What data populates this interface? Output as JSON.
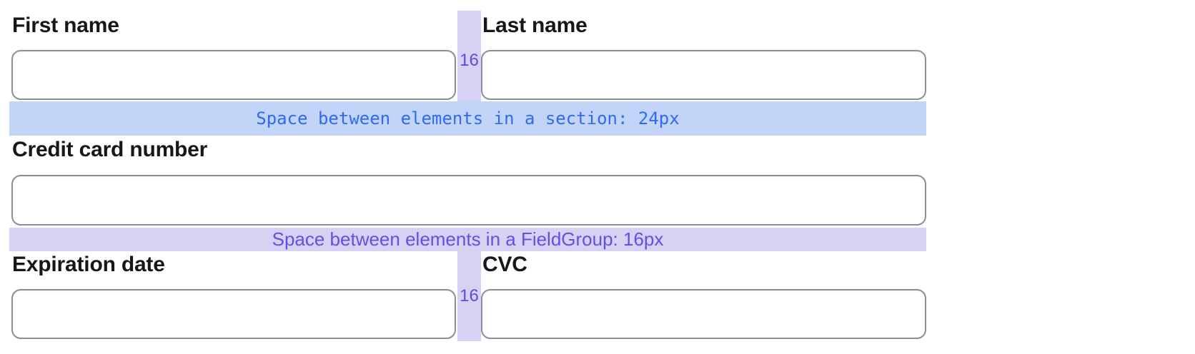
{
  "colors": {
    "gap_highlight": "#d7d1f4",
    "gap_number_text": "#5b4de0",
    "section_band_bg": "#c2d4f8",
    "section_band_text": "#2f6bf2",
    "fieldgroup_band_bg": "#d7d1f4",
    "fieldgroup_band_text": "#5f50e6",
    "label_text": "#16171a",
    "input_border": "#898f98"
  },
  "fields": {
    "first_name": {
      "label": "First name",
      "value": ""
    },
    "last_name": {
      "label": "Last name",
      "value": ""
    },
    "credit_card": {
      "label": "Credit card number",
      "value": ""
    },
    "expiration": {
      "label": "Expiration date",
      "value": ""
    },
    "cvc": {
      "label": "CVC",
      "value": ""
    }
  },
  "annotations": {
    "section_gap_text": "Space between elements in a section: 24px",
    "fieldgroup_gap_text": "Space between elements in a FieldGroup: 16px",
    "column_gap_row1": "16",
    "column_gap_row2": "16"
  }
}
